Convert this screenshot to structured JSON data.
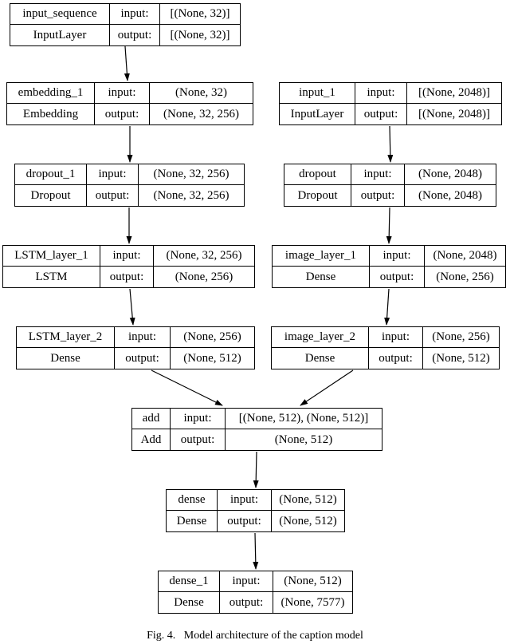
{
  "labels": {
    "input": "input:",
    "output": "output:"
  },
  "nodes": {
    "input_sequence": {
      "name": "input_sequence",
      "layer_type": "InputLayer",
      "input_shape": "[(None, 32)]",
      "output_shape": "[(None, 32)]"
    },
    "embedding_1": {
      "name": "embedding_1",
      "layer_type": "Embedding",
      "input_shape": "(None, 32)",
      "output_shape": "(None, 32, 256)"
    },
    "input_1": {
      "name": "input_1",
      "layer_type": "InputLayer",
      "input_shape": "[(None, 2048)]",
      "output_shape": "[(None, 2048)]"
    },
    "dropout_1": {
      "name": "dropout_1",
      "layer_type": "Dropout",
      "input_shape": "(None, 32, 256)",
      "output_shape": "(None, 32, 256)"
    },
    "dropout": {
      "name": "dropout",
      "layer_type": "Dropout",
      "input_shape": "(None, 2048)",
      "output_shape": "(None, 2048)"
    },
    "LSTM_layer_1": {
      "name": "LSTM_layer_1",
      "layer_type": "LSTM",
      "input_shape": "(None, 32, 256)",
      "output_shape": "(None, 256)"
    },
    "image_layer_1": {
      "name": "image_layer_1",
      "layer_type": "Dense",
      "input_shape": "(None, 2048)",
      "output_shape": "(None, 256)"
    },
    "LSTM_layer_2": {
      "name": "LSTM_layer_2",
      "layer_type": "Dense",
      "input_shape": "(None, 256)",
      "output_shape": "(None, 512)"
    },
    "image_layer_2": {
      "name": "image_layer_2",
      "layer_type": "Dense",
      "input_shape": "(None, 256)",
      "output_shape": "(None, 512)"
    },
    "add": {
      "name": "add",
      "layer_type": "Add",
      "input_shape": "[(None, 512), (None, 512)]",
      "output_shape": "(None, 512)"
    },
    "dense": {
      "name": "dense",
      "layer_type": "Dense",
      "input_shape": "(None, 512)",
      "output_shape": "(None, 512)"
    },
    "dense_1": {
      "name": "dense_1",
      "layer_type": "Dense",
      "input_shape": "(None, 512)",
      "output_shape": "(None, 7577)"
    }
  },
  "edges": [
    {
      "from": "input_sequence",
      "to": "embedding_1"
    },
    {
      "from": "embedding_1",
      "to": "dropout_1"
    },
    {
      "from": "dropout_1",
      "to": "LSTM_layer_1"
    },
    {
      "from": "LSTM_layer_1",
      "to": "LSTM_layer_2"
    },
    {
      "from": "LSTM_layer_2",
      "to": "add"
    },
    {
      "from": "input_1",
      "to": "dropout"
    },
    {
      "from": "dropout",
      "to": "image_layer_1"
    },
    {
      "from": "image_layer_1",
      "to": "image_layer_2"
    },
    {
      "from": "image_layer_2",
      "to": "add"
    },
    {
      "from": "add",
      "to": "dense"
    },
    {
      "from": "dense",
      "to": "dense_1"
    }
  ],
  "colors": {
    "border": "#000000",
    "background": "#ffffff",
    "text": "#000000"
  },
  "figure": {
    "caption": "Fig. 4.   Model architecture of the caption model"
  }
}
